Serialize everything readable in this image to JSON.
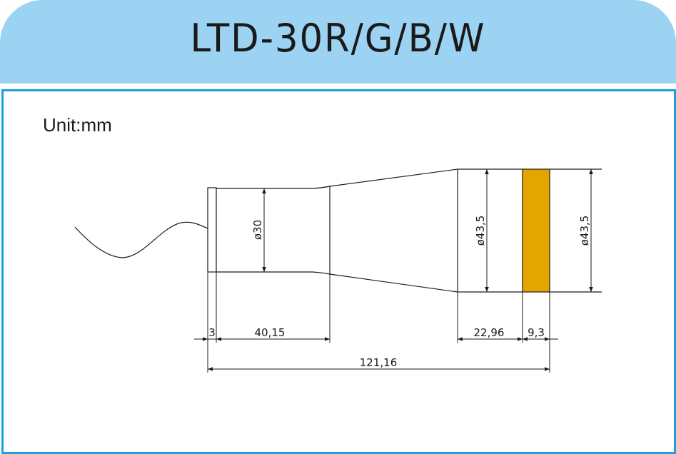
{
  "title": "LTD-30R/G/B/W",
  "unit_label": "Unit:mm",
  "colors": {
    "header": "#9dd3f2",
    "frame": "#1aa0dc",
    "lens": "#e1a600"
  },
  "dimensions": {
    "back_diameter": "ø30",
    "front_diameter_inner": "ø43,5",
    "front_diameter_outer": "ø43,5",
    "cap_length": "3",
    "back_length": "40,15",
    "front_length": "22,96",
    "lens_length": "9,3",
    "total_length": "121,16"
  }
}
